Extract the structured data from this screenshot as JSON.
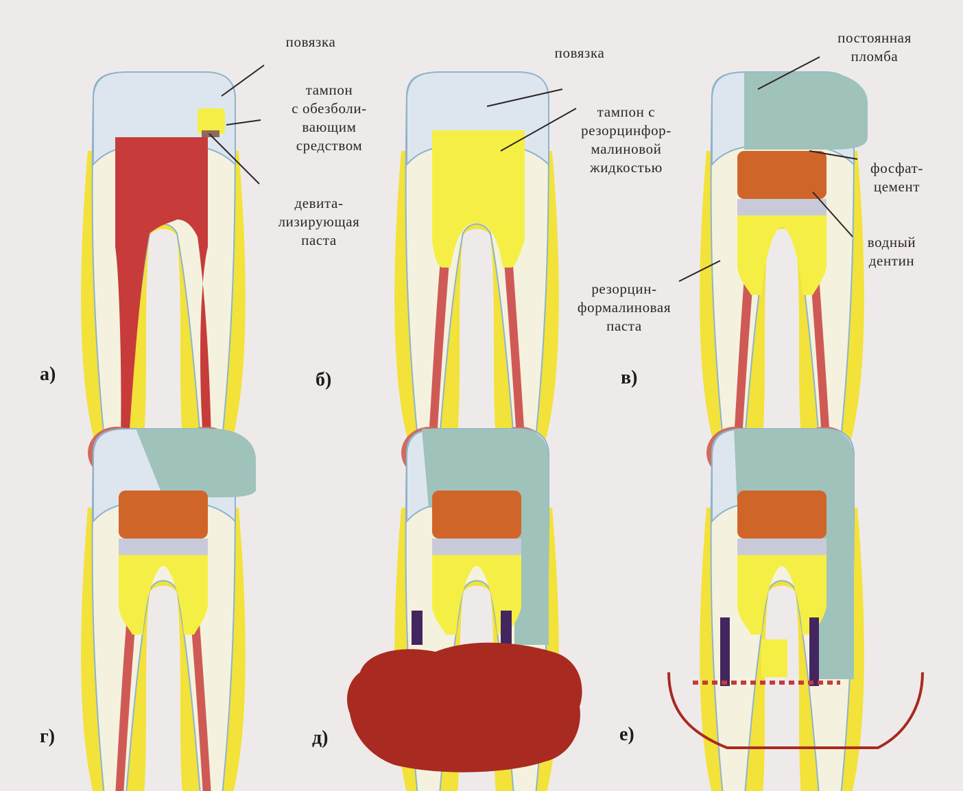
{
  "panels": [
    {
      "letter": "а)",
      "labels": [
        "повязка",
        "тампон\nс обезболи-\nвающим\nсредством",
        "девита-\nлизирующая\nпаста"
      ]
    },
    {
      "letter": "б)",
      "labels": [
        "повязка",
        "тампон с\nрезорцинфор-\nмалиновой\nжидкостью"
      ]
    },
    {
      "letter": "в)",
      "labels": [
        "постоянная\nпломба",
        "фосфат-\nцемент",
        "водный\nдентин",
        "резорцин-\nформалиновая\nпаста"
      ]
    },
    {
      "letter": "г)"
    },
    {
      "letter": "д)"
    },
    {
      "letter": "е)"
    }
  ],
  "colors": {
    "background": "#efeaea",
    "enamel": "#dde6ee",
    "dentin": "#f4f2df",
    "cementum": "#f2e23a",
    "pulp": "#c73b3b",
    "periapical": "#cf6a5e",
    "filling": "#9fc2bb",
    "phosphate_cement": "#d0652a",
    "aqueous_dentin": "#c9cad9",
    "resorcinol_paste": "#f5ef45",
    "granuloma": "#a92a20"
  }
}
